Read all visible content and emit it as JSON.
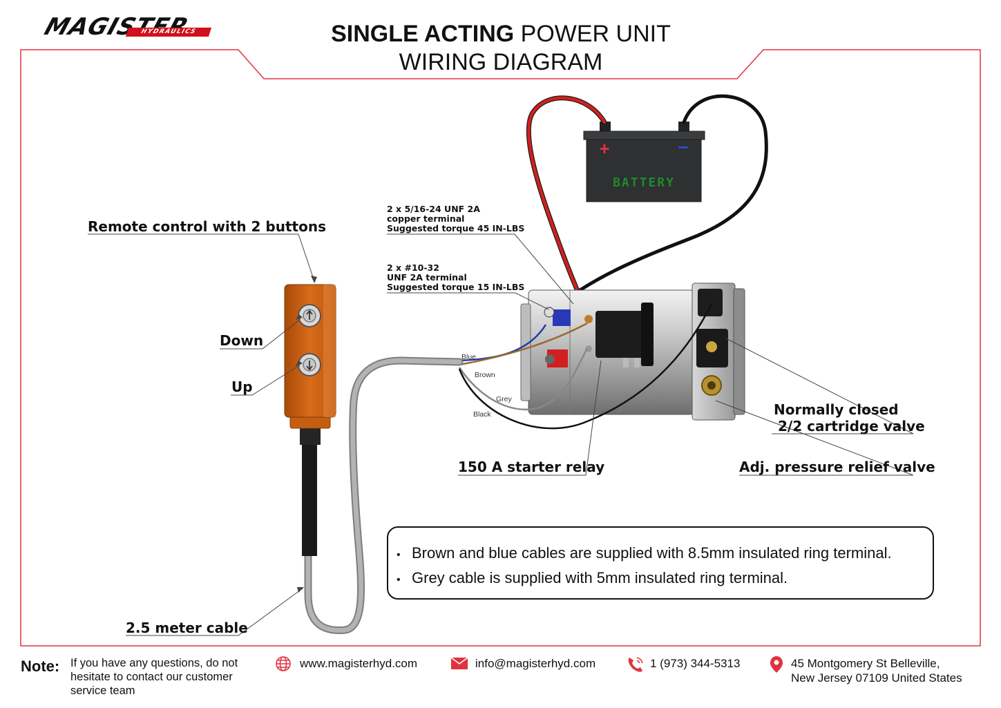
{
  "brand": {
    "logo_main": "MAGISTER",
    "logo_sub": "HYDRAULICS"
  },
  "title": {
    "line1_bold": "SINGLE ACTING",
    "line1_rest": " POWER UNIT",
    "line2": "WIRING DIAGRAM"
  },
  "battery": {
    "label": "BATTERY",
    "plus": "+",
    "minus": "−"
  },
  "callouts": {
    "remote": "Remote control with 2 buttons",
    "down": "Down",
    "up": "Up",
    "cable": "2.5 meter cable",
    "relay": "150 A starter relay",
    "valve_line1": "Normally closed",
    "valve_line2": "2/2 cartridge valve",
    "relief": "Adj. pressure relief valve"
  },
  "terminal_notes": {
    "copper": [
      "2 x 5/16-24 UNF 2A",
      "copper terminal",
      "Suggested torque 45 IN-LBS"
    ],
    "unf": [
      "2 x #10-32",
      "UNF 2A terminal",
      "Suggested torque 15 IN-LBS"
    ]
  },
  "wires": {
    "blue": "Blue",
    "brown": "Brown",
    "grey": "Grey",
    "black": "Black"
  },
  "notes_box": {
    "items": [
      "Brown and blue cables are supplied with 8.5mm insulated ring terminal.",
      "Grey cable is supplied with 5mm insulated ring terminal."
    ]
  },
  "footer": {
    "note_label": "Note:",
    "note_text": "If you have any questions, do not hesitate to contact our customer service team",
    "website": "www.magisterhyd.com",
    "email": "info@magisterhyd.com",
    "phone": "1 (973) 344-5313",
    "address_line1": "45 Montgomery St Belleville,",
    "address_line2": "New Jersey 07109 United States"
  },
  "colors": {
    "frame": "#e0333f",
    "remote_orange": "#cf6414",
    "battery": "#2f3133",
    "battery_text": "#1e8a2a",
    "red_wire": "#d22020",
    "accent": "#e0333f"
  }
}
